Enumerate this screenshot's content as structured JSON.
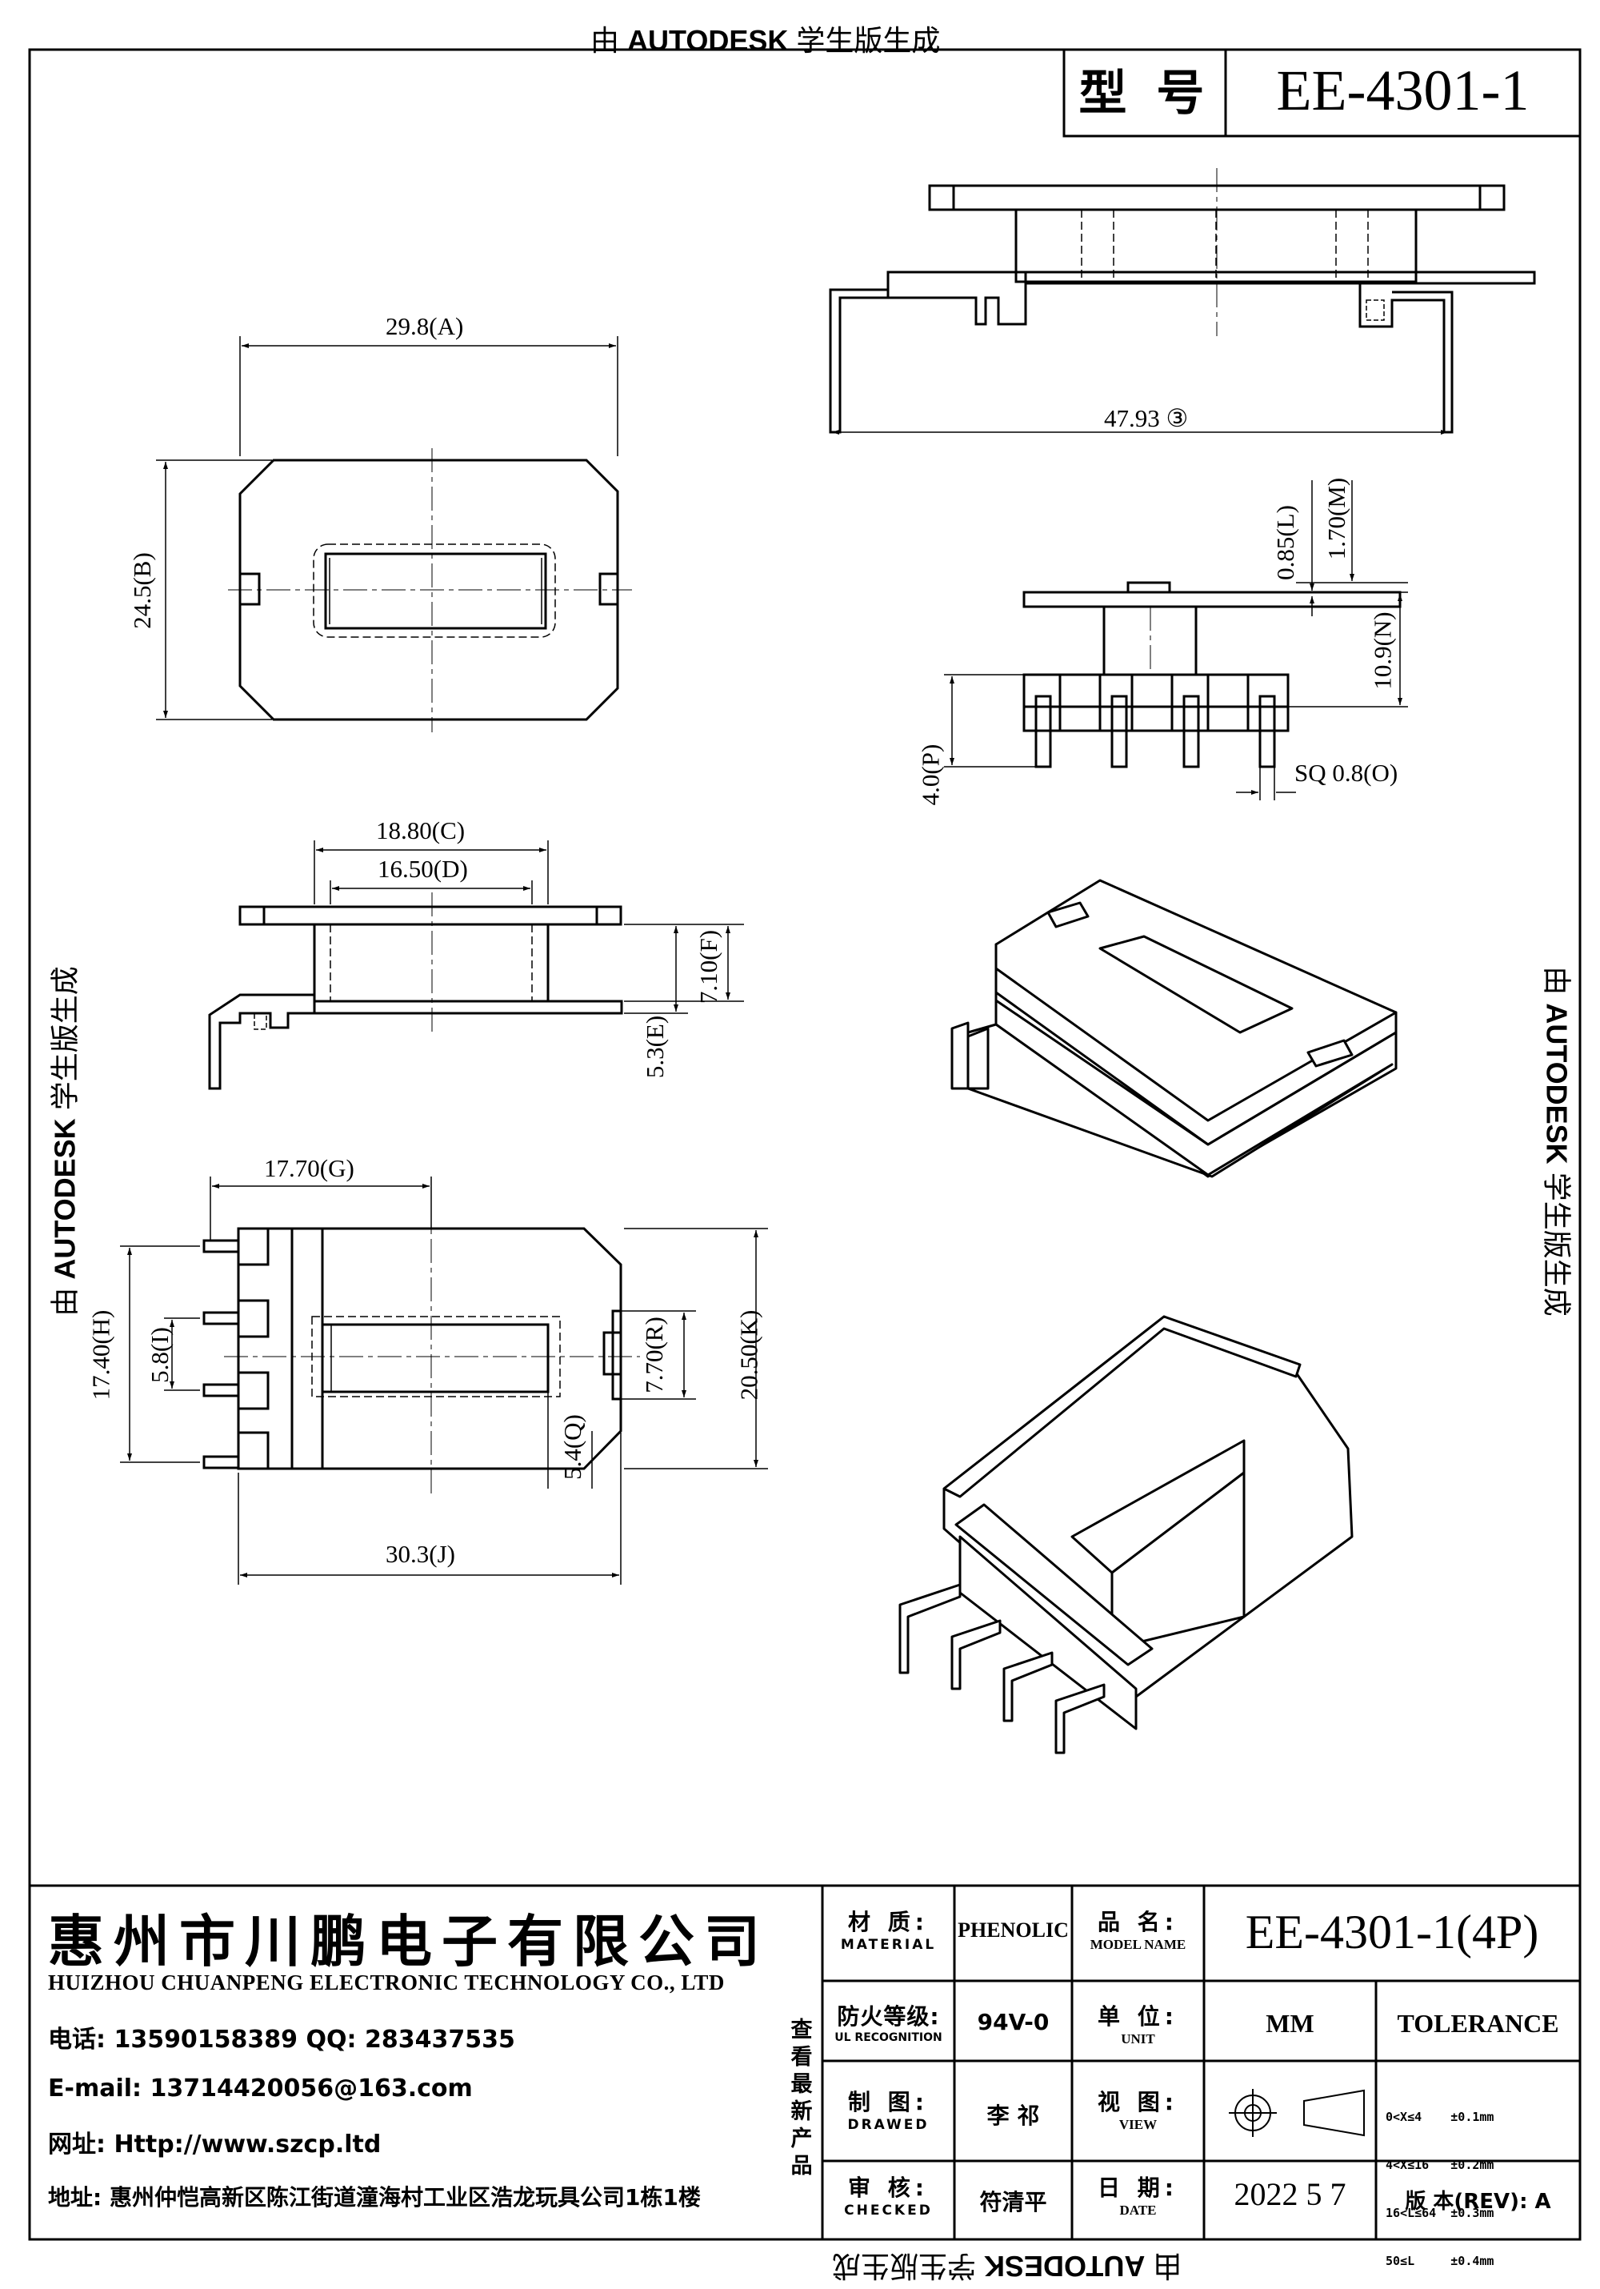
{
  "watermark": {
    "prefix": "由",
    "brand": "AUTODESK",
    "suffix": "学生版生成"
  },
  "header": {
    "model_label": "型 号",
    "model_value": "EE-4301-1"
  },
  "dimensions": {
    "a": "29.8(A)",
    "b": "24.5(B)",
    "c": "18.80(C)",
    "d": "16.50(D)",
    "e": "5.3(E)",
    "f": "7.10(F)",
    "g": "17.70(G)",
    "h": "17.40(H)",
    "i": "5.8(I)",
    "j": "30.3(J)",
    "k": "20.50(K)",
    "l": "0.85(L)",
    "m": "1.70(M)",
    "n": "10.9(N)",
    "o": "SQ 0.8(O)",
    "p": "4.0(P)",
    "q": "5.4(Q)",
    "r": "7.70(R)",
    "overall": "47.93 ③"
  },
  "company": {
    "name_cn": "惠州市川鹏电子有限公司",
    "name_en": "HUIZHOU CHUANPENG ELECTRONIC TECHNOLOGY CO., LTD",
    "phone": "电话: 13590158389  QQ: 283437535",
    "email": "E-mail: 13714420056@163.com",
    "website": "网址: Http://www.szcp.ltd",
    "address": "地址: 惠州仲恺高新区陈江街道潼海村工业区浩龙玩具公司1栋1楼",
    "side_note": [
      "查",
      "看",
      "最",
      "新",
      "产",
      "品"
    ]
  },
  "title_block": {
    "material_cn": "材 质:",
    "material_en": "MATERIAL",
    "material_value": "PHENOLIC",
    "model_name_cn": "品 名:",
    "model_name_en": "MODEL NAME",
    "model_name_value": "EE-4301-1(4P)",
    "fire_cn": "防火等级:",
    "fire_en": "UL RECOGNITION",
    "fire_value": "94V-0",
    "unit_cn": "单 位:",
    "unit_en": "UNIT",
    "unit_value": "MM",
    "tolerance": "TOLERANCE",
    "drawn_cn": "制 图:",
    "drawn_en": "DRAWED",
    "drawn_value": "李 祁",
    "view_cn": "视 图:",
    "view_en": "VIEW",
    "tolerance_rows": [
      "0<X≤4    ±0.1mm",
      "4<X≤16   ±0.2mm",
      "16<L≤64  ±0.3mm",
      "50≤L     ±0.4mm"
    ],
    "checked_cn": "审 核:",
    "checked_en": "CHECKED",
    "checked_value": "符清平",
    "date_cn": "日 期:",
    "date_en": "DATE",
    "date_value": "2022 5 7",
    "rev_label": "版 本(REV):",
    "rev_value": "A"
  }
}
